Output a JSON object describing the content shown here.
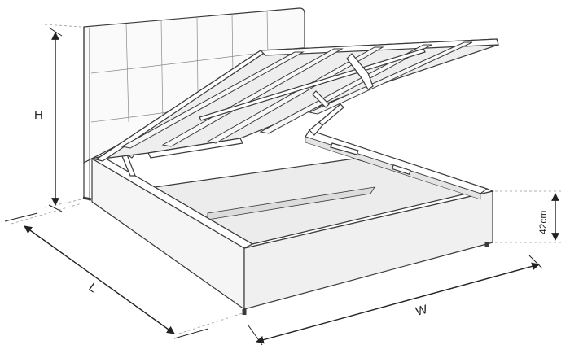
{
  "dimensions": {
    "height_label": "H",
    "length_label": "L",
    "width_label": "W",
    "storage_height_label": "42cm"
  },
  "colors": {
    "line": "#3a3a3a",
    "slat_fill": "#eeeeee",
    "base_fill": "#f3f3f3",
    "arrow": "#222222",
    "dash": "#999999"
  }
}
